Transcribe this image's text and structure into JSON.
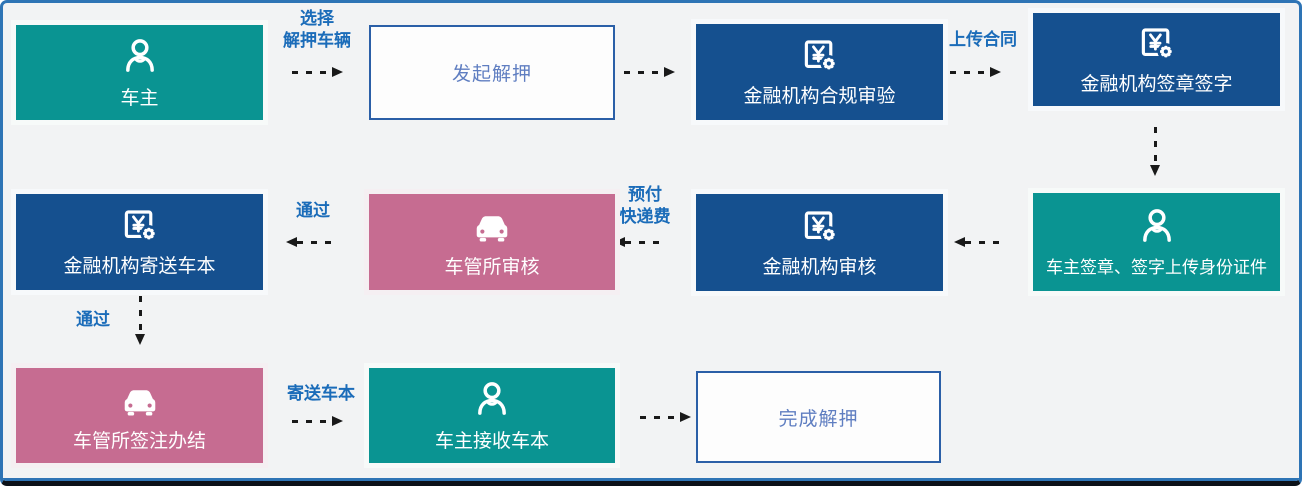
{
  "palette": {
    "canvas_bg": "#f2f3f4",
    "frame_border": "#2e74b5",
    "teal": "#0a9492",
    "dark_blue": "#15508f",
    "pink": "#c66c91",
    "edge_label_blue": "#1b6cb9",
    "outline_border": "#2b5fa7",
    "outline_text": "#5f7ec1",
    "arrow_black": "#191919",
    "box_text_white": "#ffffff"
  },
  "icons": {
    "owner": "person-icon",
    "financial": "yuan-gear-icon",
    "dmv": "car-icon"
  },
  "nodes": {
    "owner": {
      "label": "车主"
    },
    "initiate": {
      "label": "发起解押"
    },
    "compliance": {
      "label": "金融机构合规审验"
    },
    "sign": {
      "label": "金融机构签章签字"
    },
    "owner_sign": {
      "label": "车主签章、签字上传身份证件"
    },
    "fin_review": {
      "label": "金融机构审核"
    },
    "dmv_review": {
      "label": "车管所审核"
    },
    "fin_send": {
      "label": "金融机构寄送车本"
    },
    "dmv_complete": {
      "label": "车管所签注办结"
    },
    "owner_receive": {
      "label": "车主接收车本"
    },
    "complete": {
      "label": "完成解押"
    }
  },
  "edge_labels": {
    "select_vehicle": {
      "line1": "选择",
      "line2": "解押车辆"
    },
    "upload_contract": {
      "text": "上传合同"
    },
    "prepay": {
      "line1": "预付",
      "line2": "快递费"
    },
    "pass_mid": {
      "text": "通过"
    },
    "pass_down": {
      "text": "通过"
    },
    "send_book": {
      "text": "寄送车本"
    }
  }
}
